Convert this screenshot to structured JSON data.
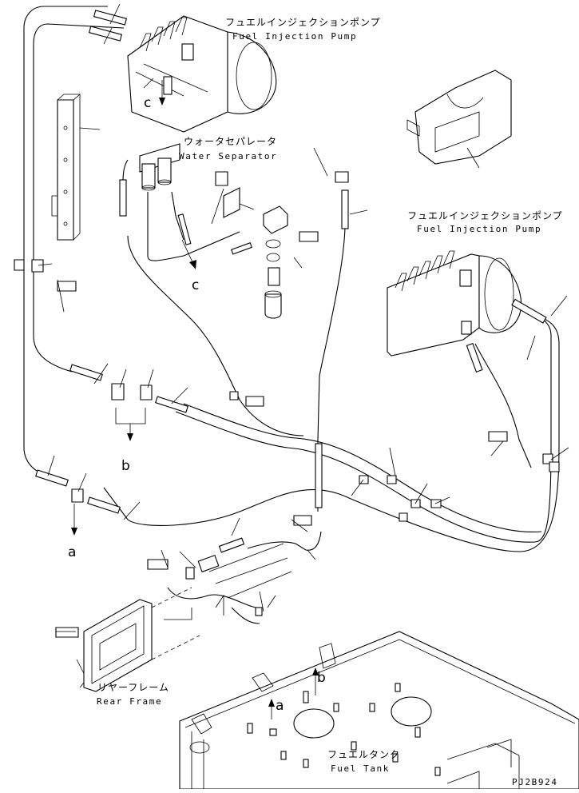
{
  "labels": {
    "pump_top_jp": "フュエルインジェクションポンプ",
    "pump_top_en": "Fuel Injection Pump",
    "water_sep_jp": "ウォータセパレータ",
    "water_sep_en": "Water Separator",
    "pump_right_jp": "フュエルインジェクションポンプ",
    "pump_right_en": "Fuel Injection Pump",
    "rear_frame_jp": "リヤーフレーム",
    "rear_frame_en": "Rear Frame",
    "fuel_tank_jp": "フュエルタンク",
    "fuel_tank_en": "Fuel Tank",
    "drawing_code": "PJ2B924"
  },
  "callouts": {
    "a_left": "a",
    "b_left": "b",
    "c_upper": "c",
    "c_lower": "c",
    "a_tank": "a",
    "b_tank": "b"
  }
}
